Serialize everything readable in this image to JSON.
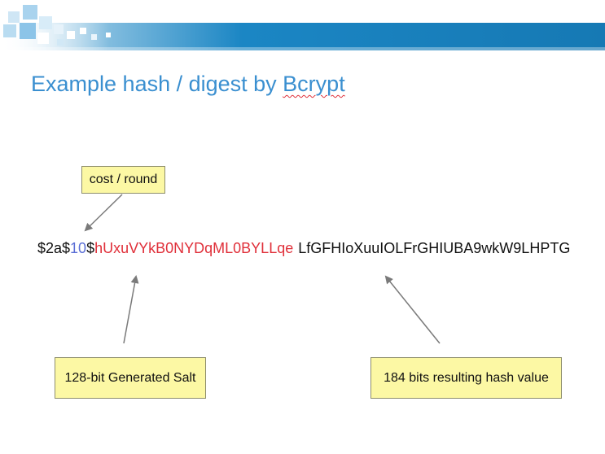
{
  "slide": {
    "title_prefix": "Example hash / digest by ",
    "title_emphasis": "Bcrypt"
  },
  "hash": {
    "prefix": "$2a$",
    "cost": "10",
    "separator": "$",
    "salt": "hUxuVYkB0NYDqML0BYLLqe",
    "digest": "LfGFHIoXuuIOLFrGHIUBA9wkW9LHPTG"
  },
  "callouts": {
    "cost": "cost / round",
    "salt": "128-bit Generated Salt",
    "hash": "184 bits resulting hash value"
  },
  "colors": {
    "title": "#3a8fd0",
    "banner": "#1b86c4",
    "cost_text": "#5b6fd6",
    "salt_text": "#e0303a",
    "callout_fill": "#fcf8a4",
    "arrow": "#7a7a7a"
  }
}
